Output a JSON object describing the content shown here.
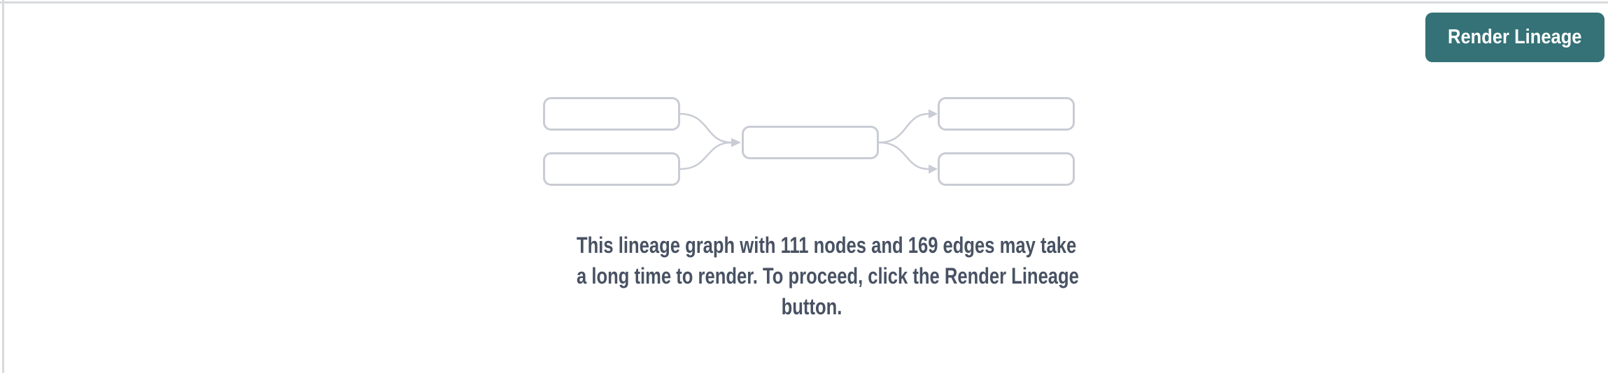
{
  "page": {
    "background": "#ffffff",
    "border_color": "#d9dade"
  },
  "toolbar": {
    "render_button": {
      "label": "Render Lineage",
      "background": "#357277",
      "text_color": "#ffffff"
    }
  },
  "empty_state": {
    "illustration": {
      "stroke_color": "#c9ccd4",
      "node_boxes": 5,
      "edge_arrows": 4
    },
    "message_lines": [
      "This lineage graph with 111 nodes and 169 edges may take",
      "a long time to render. To proceed, click the Render Lineage",
      "button."
    ],
    "message": "This lineage graph with 111 nodes and 169 edges may take a long time to render. To proceed, click the Render Lineage button.",
    "node_count": "111",
    "edge_count": "169",
    "text_color": "#485263"
  }
}
